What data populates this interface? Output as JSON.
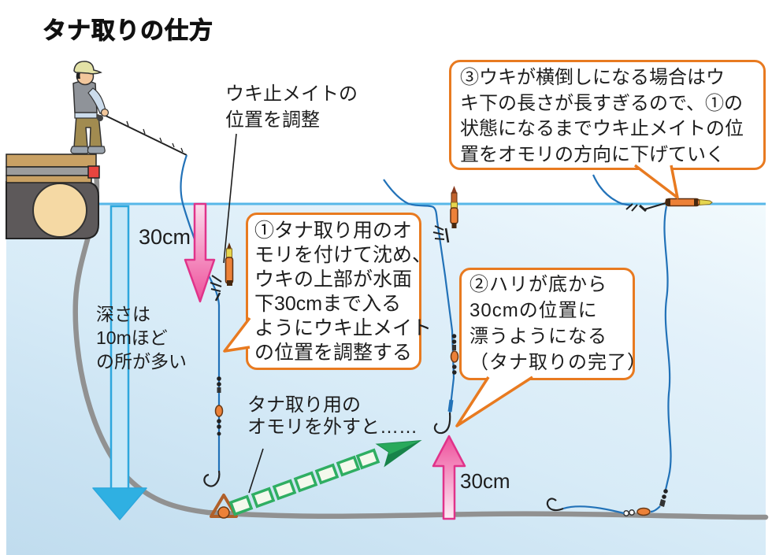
{
  "title": "タナ取りの仕方",
  "callouts": {
    "step1": {
      "lines": [
        "①タナ取り用のオ",
        "モリを付けて沈め、",
        "ウキの上部が水面",
        "下30cmまで入る",
        "ようにウキ止メイト",
        "の位置を調整する"
      ]
    },
    "step2": {
      "lines": [
        "②ハリが底から",
        "30cmの位置に",
        "漂うようになる",
        "（タナ取りの完了）"
      ]
    },
    "step3": {
      "lines": [
        "③ウキが横倒しになる場合はウ",
        "キ下の長さが長すぎるので、①の",
        "状態になるまでウキ止メイトの位",
        "置をオモリの方向に下げていく"
      ]
    }
  },
  "labels": {
    "adjust_stopper": {
      "lines": [
        "ウキ止メイトの",
        "位置を調整"
      ]
    },
    "depth_note": {
      "lines": [
        "深さは",
        "10mほど",
        "の所が多い"
      ]
    },
    "remove_weight": {
      "lines": [
        "タナ取り用の",
        "オモリを外すと……"
      ]
    },
    "depth_30cm_top": "30cm",
    "height_30cm_bottom": "30cm"
  },
  "figures": [
    "angler-on-dock-icon",
    "boat-fender-icon",
    "fishing-rod-icon",
    "float-icon",
    "float-stopper-icon",
    "sinker-icon",
    "hook-icon",
    "tana-weight-triangle-icon",
    "depth-arrow-cyan",
    "sink-arrow-pink",
    "rise-arrow-pink",
    "remove-weight-arrow-green"
  ],
  "colors": {
    "bubble_border": "#e87a20",
    "water_surface_line": "#57b7e8",
    "water_top": "#f2fafd",
    "water_bottom": "#c0dcee",
    "seabed_gray": "#919191",
    "fishing_line_blue": "#2272b8",
    "arrow_pink": "#e0338a",
    "arrow_cyan": "#2fb0e2",
    "arrow_green": "#28a95b",
    "float_orange": "#ec8138",
    "weight_red": "#e8453f"
  }
}
